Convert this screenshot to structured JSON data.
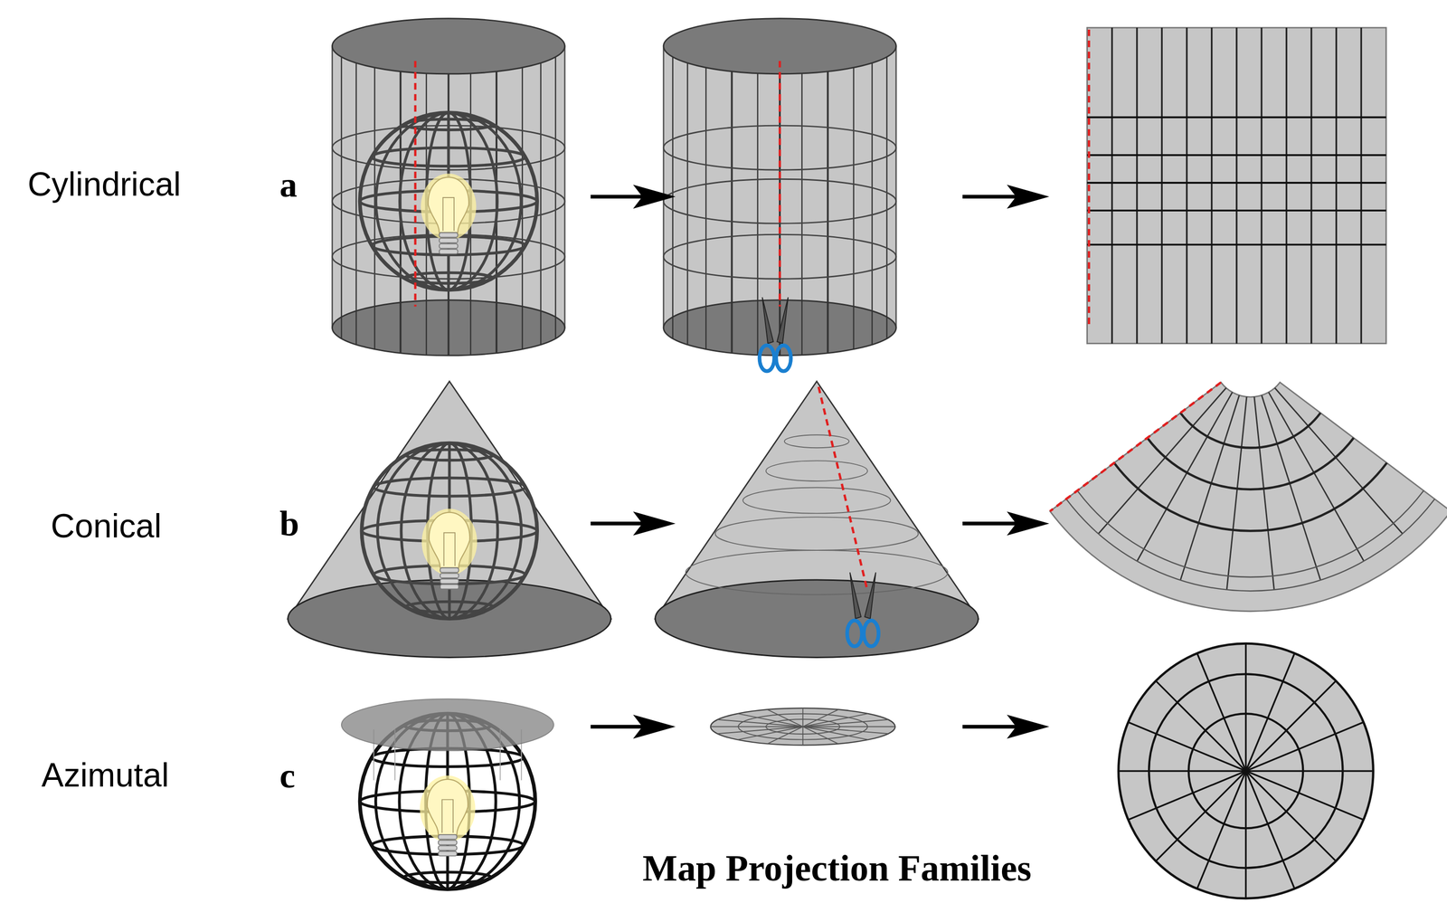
{
  "diagram": {
    "title": "Map Projection Families",
    "labels": [
      "Cylindrical",
      "a",
      "Conical",
      "b",
      "Azimutal",
      "c"
    ]
  }
}
